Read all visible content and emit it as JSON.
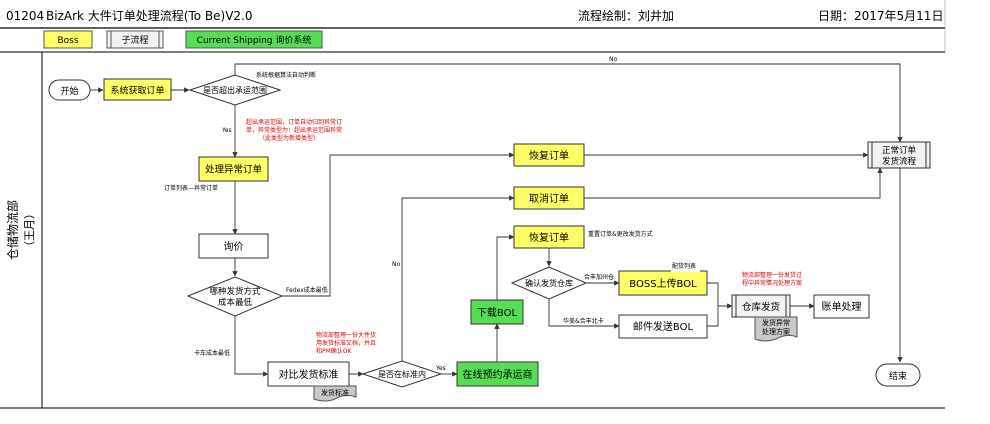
{
  "header": {
    "doc_id": "01204",
    "title": "BizArk 大件订单处理流程(To Be)V2.0",
    "author": "流程绘制：刘井加",
    "date": "日期：2017年5月11日"
  },
  "legend": {
    "boss": "Boss",
    "sub": "子流程",
    "shipping": "Current Shipping 询价系统"
  },
  "lane": {
    "name": "仓储物流部",
    "owner": "（王月）"
  },
  "nodes": {
    "start": "开始",
    "get_order": "系统获取订单",
    "over_range": "是否超出承运范围",
    "handle_exception": "处理异常订单",
    "inquiry": "询价",
    "ship_method_1": "哪种发货方式",
    "ship_method_2": "成本最低",
    "compare_std": "对比发货标准",
    "std_doc": "发货标准",
    "in_std": "是否在标准内",
    "online_book": "在线预约承运商",
    "download_bol": "下载BOL",
    "restore_order_2": "恢复订单",
    "confirm_wh": "确认发货仓库",
    "boss_upload": "BOSS上传BOL",
    "mail_bol": "邮件发送BOL",
    "wh_ship": "仓库发货",
    "ship_exception_1": "发货异常",
    "ship_exception_2": "处理方案",
    "billing": "账单处理",
    "restore_order_1": "恢复订单",
    "cancel_order": "取消订单",
    "normal_flow_1": "正常订单",
    "normal_flow_2": "发货流程",
    "end": "结束"
  },
  "labels": {
    "no_top": "No",
    "auto_judge": "系统根据算法自动判断",
    "yes_1": "Yes",
    "note_over_1": "超出承运范围，订单自动归到异常订",
    "note_over_2": "单，异常类型为：超出承运范围异常",
    "note_over_3": "（此类型为新增类型）",
    "list_exception": "订单列表—异常订单",
    "fedex": "Fedex成本最低",
    "truck": "卡车成本最低",
    "note_std_1": "物流部整理一份大件货",
    "note_std_2": "用发货标准文档，并且",
    "note_std_3": "和PM确认OK",
    "no_mid": "No",
    "yes_2": "Yes",
    "restore_note": "重置订单&更改发货方式",
    "wh_ca": "合丰加州仓",
    "wh_east": "华美&合丰北卡",
    "attach_list": "配货列表",
    "note_ship_1": "物流部整理一份发货过",
    "note_ship_2": "程中异常情况处理方案"
  },
  "colors": {
    "yellow": "#ffff66",
    "green": "#55dd55",
    "gray_box": "#f2f2f2",
    "doc_gray": "#c8c8c8",
    "red_note": "#e00000"
  }
}
